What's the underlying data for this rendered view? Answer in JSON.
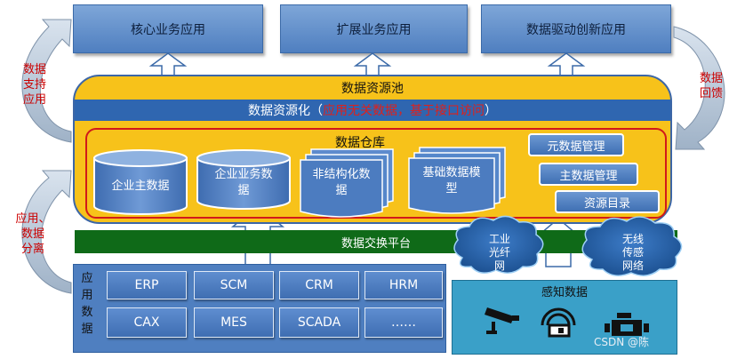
{
  "top_apps": [
    "核心业务应用",
    "扩展业务应用",
    "数据驱动创新应用"
  ],
  "left_labels": {
    "support": "数据\n支持\n应用",
    "separation": "应用、\n数据\n分离"
  },
  "right_label": "数据\n回馈",
  "pool": {
    "title": "数据资源池",
    "strip_text": "数据资源化（",
    "strip_red": "应用无关数据，基于接口访问",
    "strip_end": "）"
  },
  "warehouse": {
    "title": "数据仓库",
    "db1": "企业主数据",
    "db2": "企业业务数\n据",
    "doc1": "非结构化数\n据",
    "doc2": "基础数据模\n型",
    "mgmt": [
      "元数据管理",
      "主数据管理",
      "资源目录"
    ]
  },
  "exchange": "数据交换平台",
  "clouds": [
    "工业\n光纤\n网",
    "无线\n传感\n网络"
  ],
  "app_data": {
    "label": "应\n用\n数\n据",
    "items": [
      "ERP",
      "SCM",
      "CRM",
      "HRM",
      "CAX",
      "MES",
      "SCADA",
      "……"
    ]
  },
  "perception": {
    "title": "感知数据",
    "icons": [
      "camera-icon",
      "sensor-icon",
      "engine-icon"
    ]
  },
  "watermark": "CSDN @陈"
}
